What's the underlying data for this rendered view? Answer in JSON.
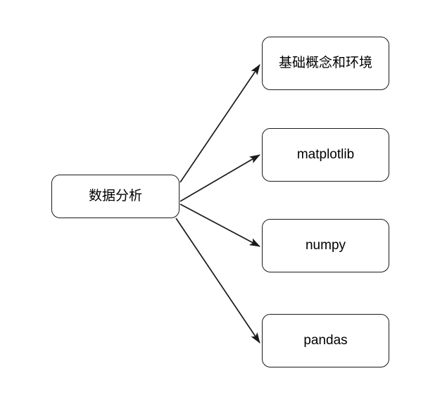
{
  "diagram": {
    "type": "mind-map",
    "title": "数据分析",
    "background_color": "#ffffff",
    "node_border_color": "#1a1a1a",
    "node_fill_color": "#ffffff",
    "edge_color": "#1a1a1a",
    "text_color": "#000000",
    "root": {
      "label": "数据分析"
    },
    "branches": [
      {
        "label": "基础概念和环境"
      },
      {
        "label": "matplotlib"
      },
      {
        "label": "numpy"
      },
      {
        "label": "pandas"
      }
    ],
    "edges": [
      {
        "from": "数据分析",
        "to": "基础概念和环境",
        "arrow": "filled-triangle"
      },
      {
        "from": "数据分析",
        "to": "matplotlib",
        "arrow": "filled-triangle"
      },
      {
        "from": "数据分析",
        "to": "numpy",
        "arrow": "filled-triangle"
      },
      {
        "from": "数据分析",
        "to": "pandas",
        "arrow": "filled-triangle"
      }
    ]
  }
}
